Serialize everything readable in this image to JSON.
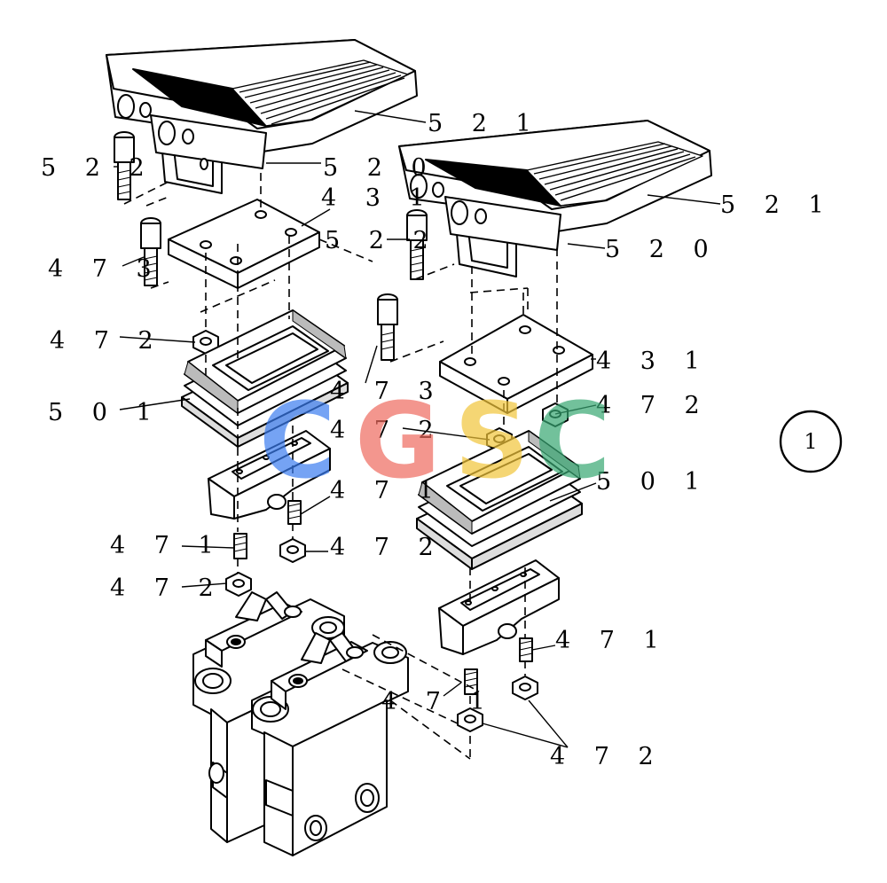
{
  "diagram": {
    "callouts": [
      {
        "id": "c1",
        "text": "5 2 1"
      },
      {
        "id": "c2",
        "text": "5 2 2"
      },
      {
        "id": "c3",
        "text": "5 2 0"
      },
      {
        "id": "c4",
        "text": "4 3 1"
      },
      {
        "id": "c5",
        "text": "5 2 2"
      },
      {
        "id": "c6",
        "text": "4 7 3"
      },
      {
        "id": "c7",
        "text": "5 2 1"
      },
      {
        "id": "c8",
        "text": "5 2 0"
      },
      {
        "id": "c9",
        "text": "4 7 2"
      },
      {
        "id": "c10",
        "text": "4 3 1"
      },
      {
        "id": "c11",
        "text": "4 7 3"
      },
      {
        "id": "c12",
        "text": "5 0 1"
      },
      {
        "id": "c13",
        "text": "4 7 2"
      },
      {
        "id": "c14",
        "text": "4 7 2"
      },
      {
        "id": "c15",
        "text": "5 0 1"
      },
      {
        "id": "c16",
        "text": "4 7 1"
      },
      {
        "id": "c17",
        "text": "4 7 1"
      },
      {
        "id": "c18",
        "text": "4 7 2"
      },
      {
        "id": "c19",
        "text": "4 7 2"
      },
      {
        "id": "c20",
        "text": "4 7 1"
      },
      {
        "id": "c21",
        "text": "4 7 1"
      },
      {
        "id": "c22",
        "text": "4 7 2"
      }
    ],
    "figure_number": "1",
    "watermark": {
      "letters": [
        "C",
        "G",
        "S",
        "C"
      ],
      "colors": [
        "#3b7df0",
        "#ef6b5f",
        "#f2c53a",
        "#37a772"
      ]
    }
  }
}
